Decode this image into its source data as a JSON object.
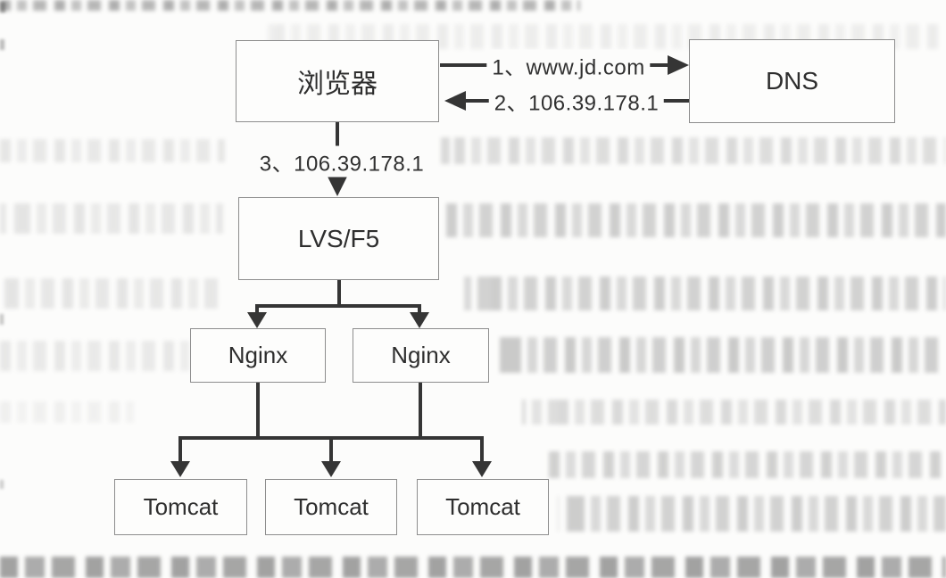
{
  "diagram": {
    "title": "request routing architecture (browser to DNS, LVS/F5, Nginx, Tomcat)",
    "nodes": {
      "browser": {
        "label": "浏览器"
      },
      "dns": {
        "label": "DNS"
      },
      "lvs": {
        "label": "LVS/F5"
      },
      "nginx1": {
        "label": "Nginx"
      },
      "nginx2": {
        "label": "Nginx"
      },
      "tomcat1": {
        "label": "Tomcat"
      },
      "tomcat2": {
        "label": "Tomcat"
      },
      "tomcat3": {
        "label": "Tomcat"
      }
    },
    "edges": {
      "dns_request": {
        "label": "1、www.jd.com",
        "from": "browser",
        "to": "dns"
      },
      "dns_response": {
        "label": "2、106.39.178.1",
        "from": "dns",
        "to": "browser"
      },
      "to_lvs": {
        "label": "3、106.39.178.1",
        "from": "browser",
        "to": "lvs"
      },
      "lvs_to_nginx1": {
        "label": "",
        "from": "lvs",
        "to": "nginx1"
      },
      "lvs_to_nginx2": {
        "label": "",
        "from": "lvs",
        "to": "nginx2"
      },
      "nginx_to_tomcat1": {
        "label": "",
        "from": "nginx1",
        "to": "tomcat1"
      },
      "nginx_to_tomcat2": {
        "label": "",
        "from": "nginx1",
        "to": "tomcat2"
      },
      "nginx_to_tomcat3": {
        "label": "",
        "from": "nginx2",
        "to": "tomcat3"
      }
    },
    "colors": {
      "arrow": "#353535",
      "box_border": "#8d8d8d",
      "text": "#2e2e2e",
      "paper": "#fcfcfb"
    }
  }
}
